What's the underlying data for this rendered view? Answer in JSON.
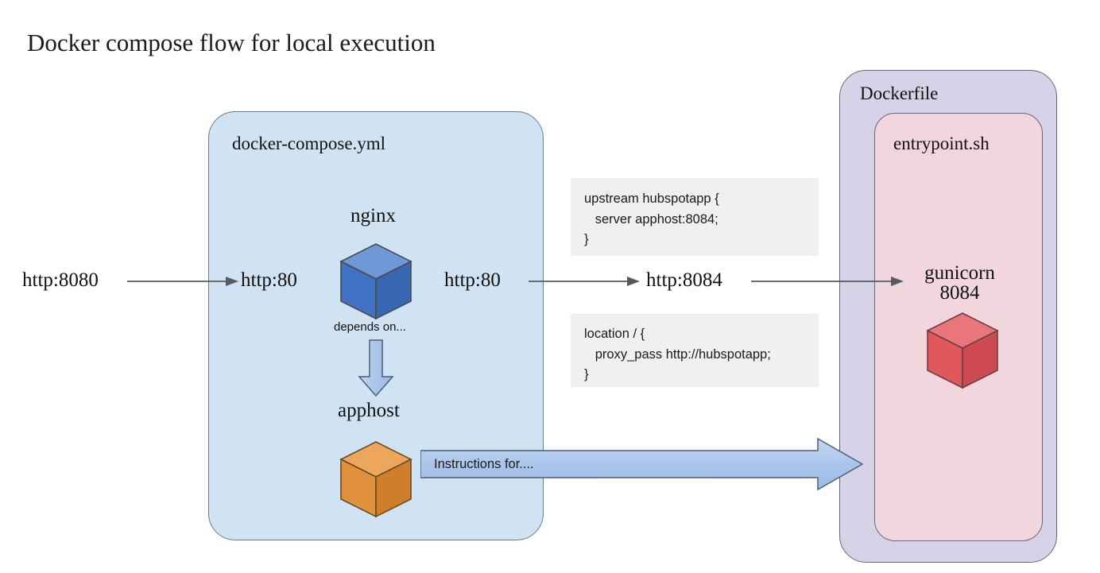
{
  "title": "Docker compose flow for local execution",
  "containers": {
    "compose": {
      "label": "docker-compose.yml",
      "fill": "#cfe3f3"
    },
    "dockerfile": {
      "label": "Dockerfile",
      "fill": "#d6d2e8"
    },
    "entrypoint": {
      "label": "entrypoint.sh",
      "fill": "#f2d6dd"
    }
  },
  "ports": {
    "external": "http:8080",
    "nginx_in": "http:80",
    "nginx_out": "http:80",
    "app_in": "http:8084"
  },
  "nodes": {
    "nginx": {
      "label": "nginx",
      "cube_color": "#3f72c4"
    },
    "apphost": {
      "label": "apphost",
      "cube_color": "#e1913c"
    },
    "gunicorn": {
      "label_line1": "gunicorn",
      "label_line2": "8084",
      "cube_color": "#e0575c"
    }
  },
  "edges": {
    "depends_on": "depends on...",
    "instructions": "Instructions for...."
  },
  "code_blocks": [
    {
      "name": "upstream",
      "lines": [
        "upstream hubspotapp {",
        "   server apphost:8084;",
        "}"
      ]
    },
    {
      "name": "location",
      "lines": [
        "location / {",
        "   proxy_pass http://hubspotapp;",
        "}"
      ]
    }
  ]
}
